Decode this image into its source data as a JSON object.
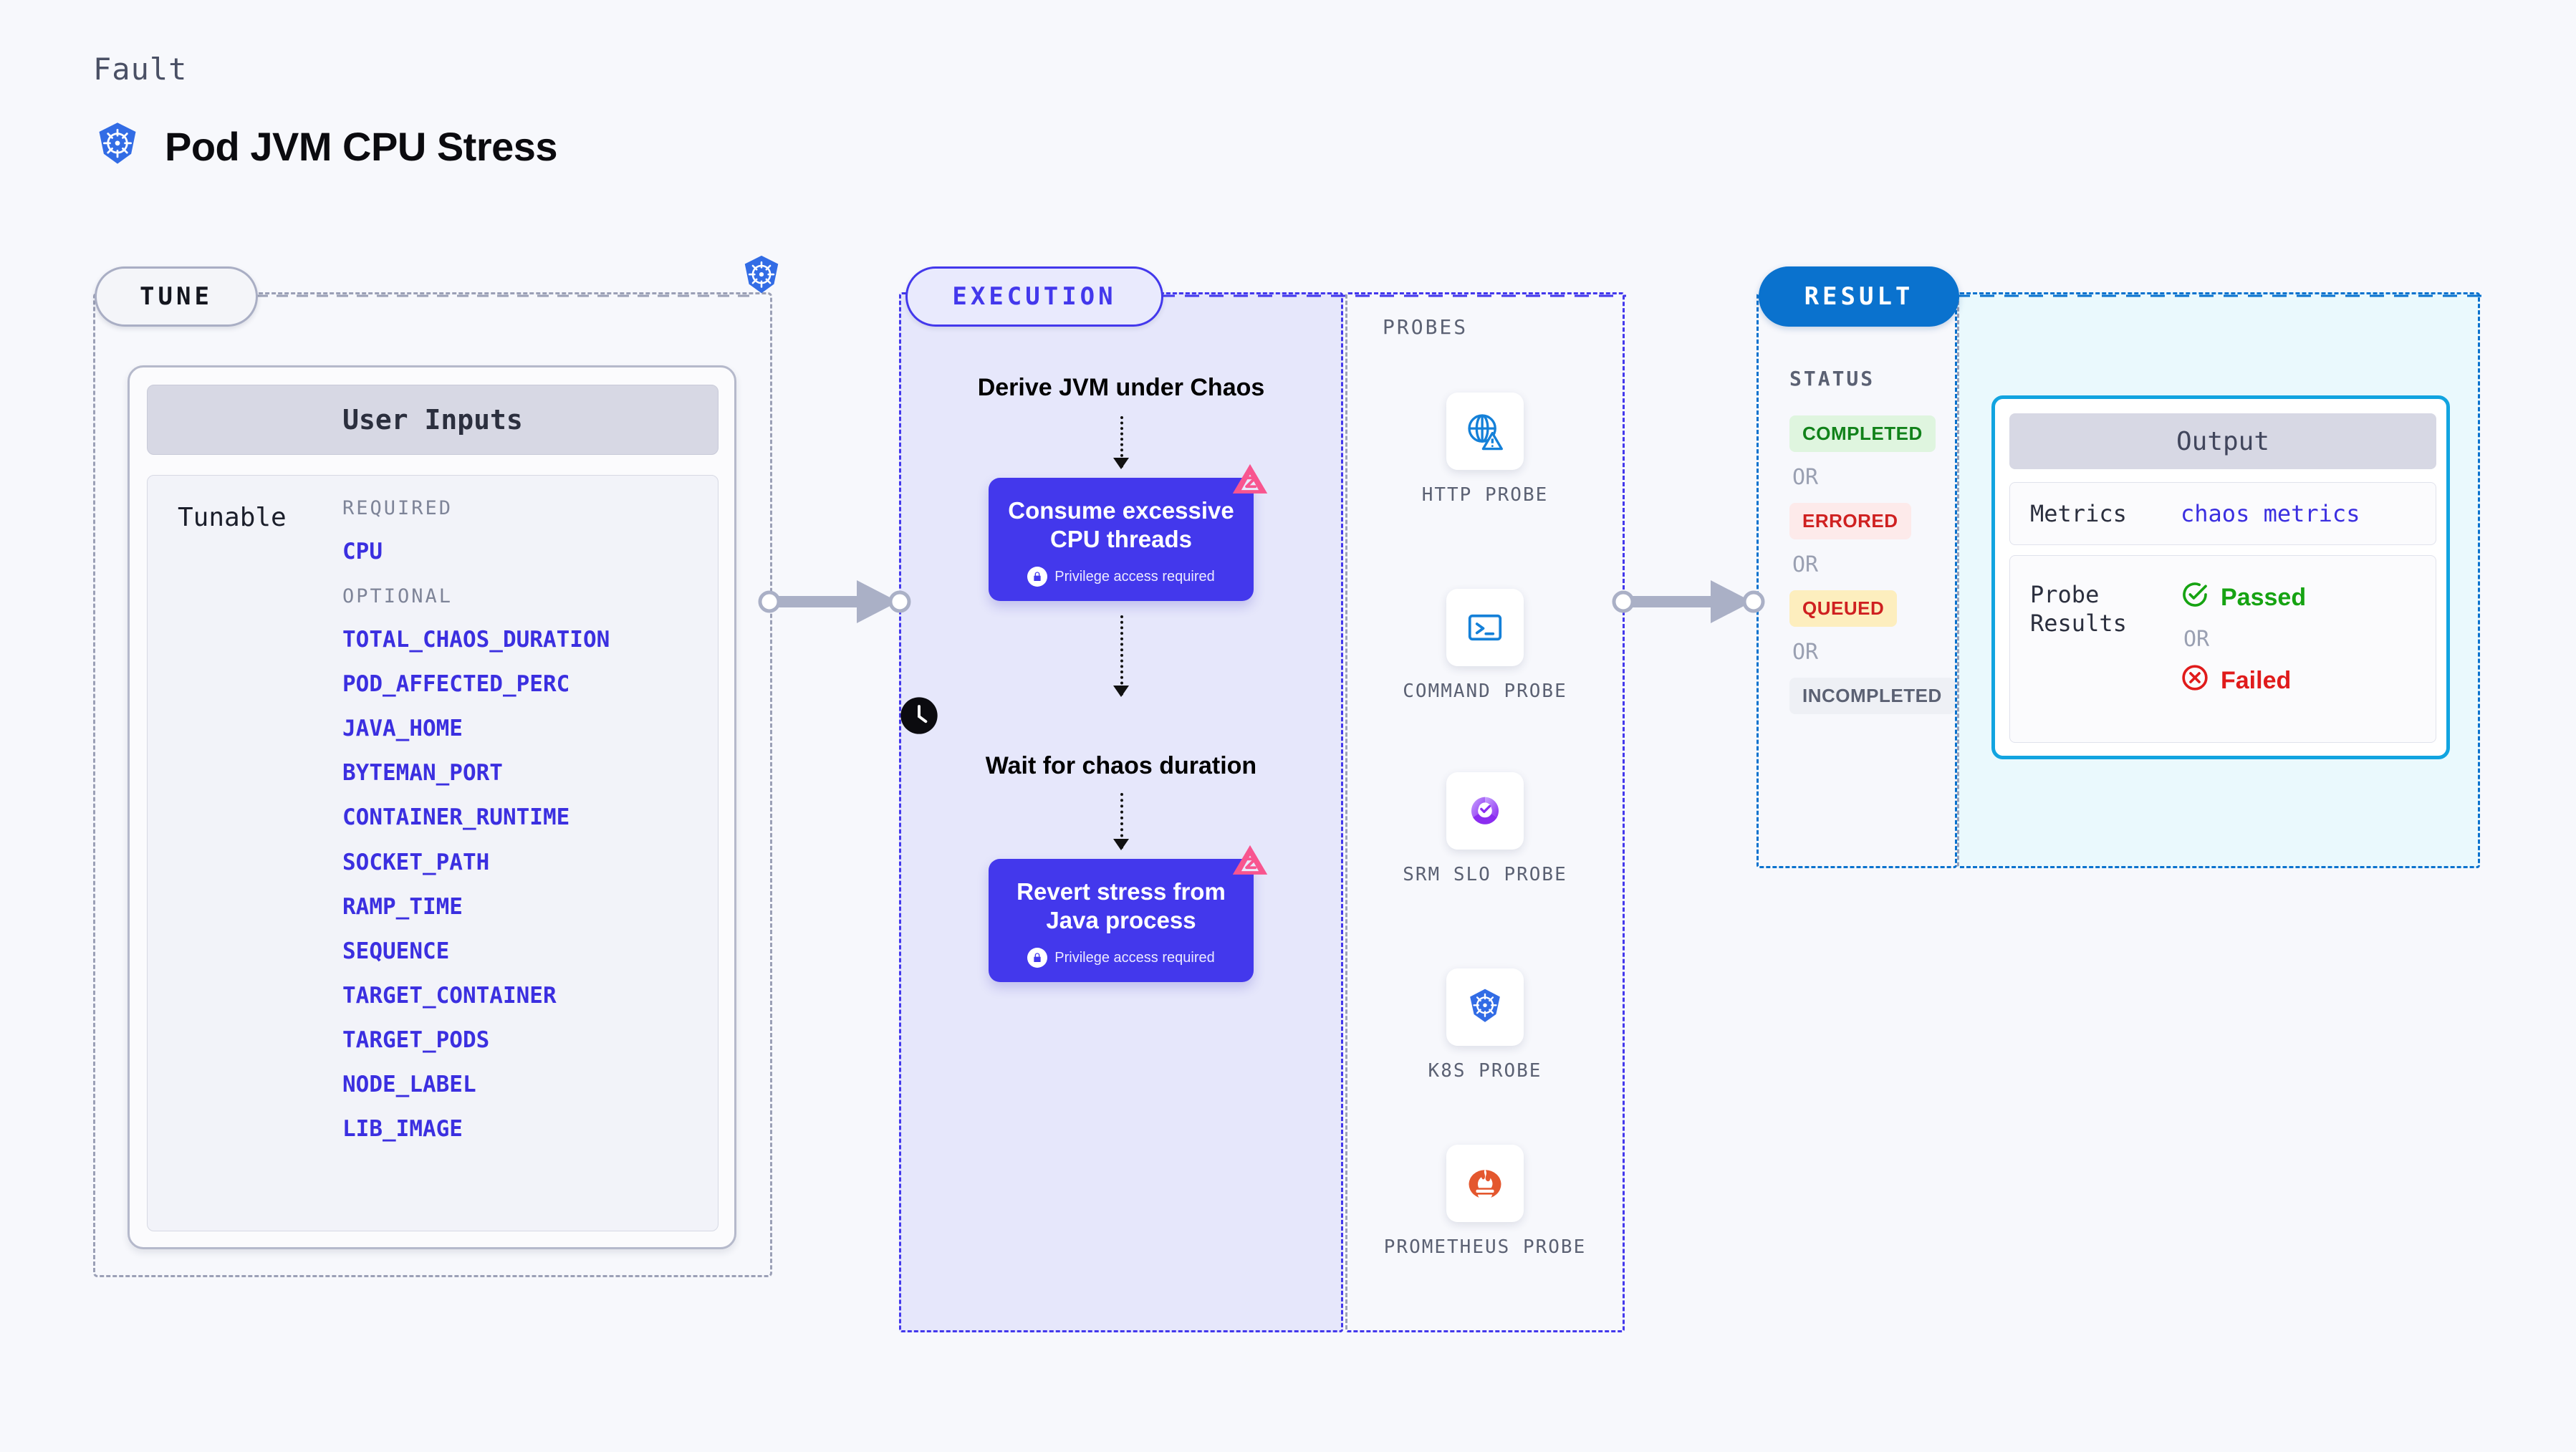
{
  "header": {
    "eyebrow": "Fault",
    "title": "Pod JVM CPU Stress",
    "logo_icon": "kubernetes-icon"
  },
  "tune": {
    "pill_label": "TUNE",
    "badge_icon": "kubernetes-icon",
    "card_header": "User Inputs",
    "tunable_label": "Tunable",
    "required_heading": "REQUIRED",
    "optional_heading": "OPTIONAL",
    "required_params": [
      "CPU"
    ],
    "optional_params": [
      "TOTAL_CHAOS_DURATION",
      "POD_AFFECTED_PERC",
      "JAVA_HOME",
      "BYTEMAN_PORT",
      "CONTAINER_RUNTIME",
      "SOCKET_PATH",
      "RAMP_TIME",
      "SEQUENCE",
      "TARGET_CONTAINER",
      "TARGET_PODS",
      "NODE_LABEL",
      "LIB_IMAGE"
    ]
  },
  "execution": {
    "pill_label": "EXECUTION",
    "steps": [
      {
        "type": "text",
        "label": "Derive JVM under Chaos"
      },
      {
        "type": "card",
        "label": "Consume excessive CPU threads",
        "privilege_note": "Privilege access required",
        "privilege_icon": "lock-icon",
        "badge_icon": "litmus-icon"
      },
      {
        "type": "clock",
        "label": "Wait for chaos duration",
        "icon": "clock-icon"
      },
      {
        "type": "card",
        "label": "Revert stress from Java process",
        "privilege_note": "Privilege access required",
        "privilege_icon": "lock-icon",
        "badge_icon": "litmus-icon"
      }
    ]
  },
  "probes": {
    "title": "PROBES",
    "items": [
      {
        "label": "HTTP PROBE",
        "icon": "globe-warning-icon"
      },
      {
        "label": "COMMAND PROBE",
        "icon": "terminal-icon"
      },
      {
        "label": "SRM SLO PROBE",
        "icon": "srm-slo-icon"
      },
      {
        "label": "K8S PROBE",
        "icon": "kubernetes-icon"
      },
      {
        "label": "PROMETHEUS PROBE",
        "icon": "prometheus-icon"
      }
    ]
  },
  "result": {
    "pill_label": "RESULT",
    "status_title": "STATUS",
    "or_label": "OR",
    "statuses": [
      {
        "label": "COMPLETED",
        "bg": "#dff5df",
        "color": "#11821a"
      },
      {
        "label": "ERRORED",
        "bg": "#fdeaea",
        "color": "#cf2020"
      },
      {
        "label": "QUEUED",
        "bg": "#fdeebe",
        "color": "#cf2020"
      },
      {
        "label": "INCOMPLETED",
        "bg": "#eef0f5",
        "color": "#5b6173"
      }
    ],
    "output": {
      "header": "Output",
      "metrics_key": "Metrics",
      "metrics_value": "chaos metrics",
      "probe_results_key": "Probe Results",
      "passed_label": "Passed",
      "passed_icon": "check-circle-icon",
      "failed_label": "Failed",
      "failed_icon": "x-circle-icon",
      "or_label": "OR"
    }
  },
  "colors": {
    "indigo": "#4338ec",
    "blue": "#0a72ce",
    "cyan": "#12a4e0",
    "pink": "#f8558f",
    "green": "#11821a",
    "red": "#cf2020",
    "param_link": "#3b2fe0"
  }
}
